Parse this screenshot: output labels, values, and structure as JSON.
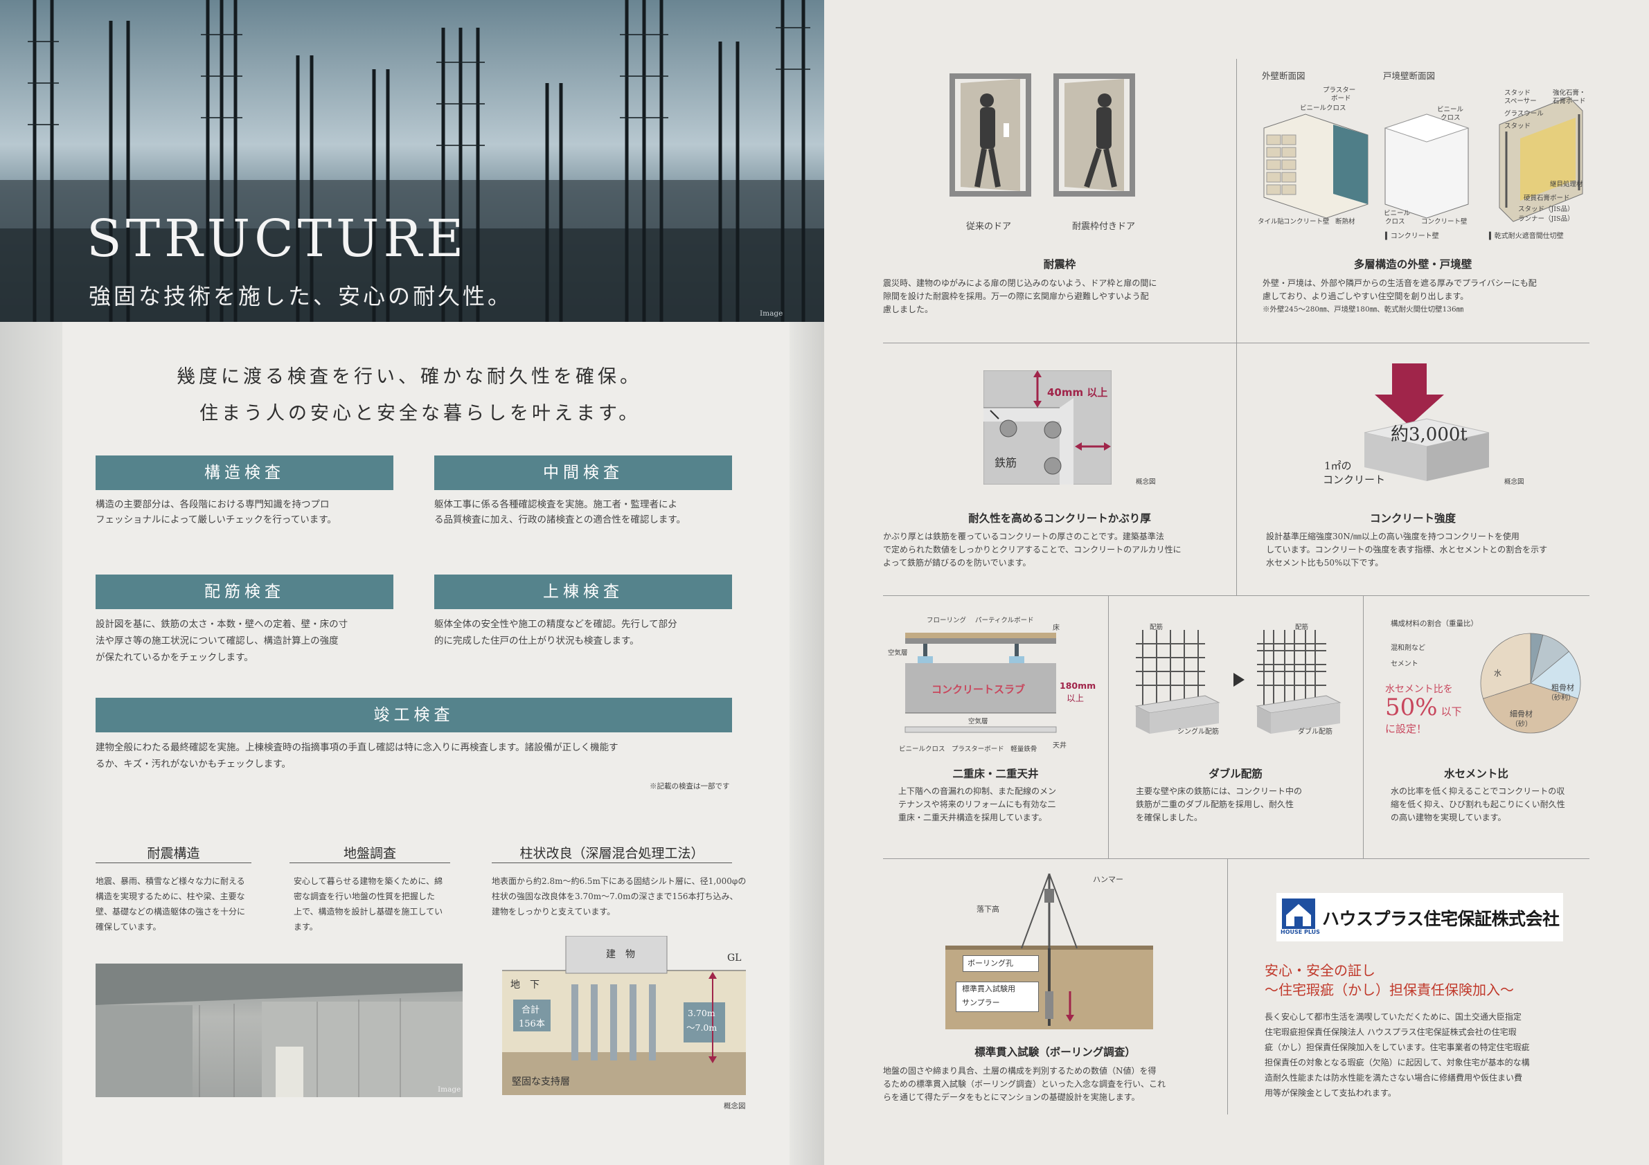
{
  "hero": {
    "title": "STRUCTURE",
    "subtitle": "強固な技術を施した、安心の耐久性。",
    "image_caption": "Image"
  },
  "intro": {
    "line1": "幾度に渡る検査を行い、確かな耐久性を確保。",
    "line2": "住まう人の安心と安全な暮らしを叶えます。"
  },
  "inspections": [
    {
      "title": "構造検査",
      "text1": "構造の主要部分は、各段階における専門知識を持つプロ",
      "text2": "フェッショナルによって厳しいチェックを行っています。"
    },
    {
      "title": "中間検査",
      "text1": "躯体工事に係る各種確認検査を実施。施工者・監理者によ",
      "text2": "る品質検査に加え、行政の諸検査との適合性を確認します。"
    },
    {
      "title": "配筋検査",
      "text1": "設計図を基に、鉄筋の太さ・本数・壁への定着、壁・床の寸",
      "text2": "法や厚さ等の施工状況について確認し、構造計算上の強度",
      "text3": "が保たれているかをチェックします。"
    },
    {
      "title": "上棟検査",
      "text1": "躯体全体の安全性や施工の精度などを確認。先行して部分",
      "text2": "的に完成した住戸の仕上がり状況も検査します。"
    },
    {
      "title": "竣工検査",
      "text1": "建物全般にわたる最終確認を実施。上棟検査時の指摘事項の手直し確認は特に念入りに再検査します。諸設備が正しく機能す",
      "text2": "るか、キズ・汚れがないかもチェックします。"
    }
  ],
  "note_inspection": "※記載の検査は一部です",
  "lower": [
    {
      "title": "耐震構造",
      "lines": [
        "地震、暴雨、積雪など様々な力に耐える",
        "構造を実現するために、柱や梁、主要な",
        "壁、基礎などの構造躯体の強さを十分に",
        "確保しています。"
      ]
    },
    {
      "title": "地盤調査",
      "lines": [
        "安心して暮らせる建物を築くために、綿",
        "密な調査を行い地盤の性質を把握した",
        "上で、構造物を設計し基礎を施工してい",
        "ます。"
      ]
    },
    {
      "title": "柱状改良（深層混合処理工法）",
      "lines": [
        "地表面から約2.8m〜約6.5m下にある固結シルト層に、径1,000φの",
        "柱状の強固な改良体を3.70m〜7.0mの深さまで156本打ち込み、",
        "建物をしっかりと支えています。"
      ]
    }
  ],
  "photo_caption": "Image",
  "pile_diagram": {
    "building": "建　物",
    "gl": "GL",
    "underground": "地　下",
    "total_label": "合計",
    "total_count": "156本",
    "depth1": "3.70m",
    "depth2": "〜7.0m",
    "bearing": "堅固な支持層",
    "note": "概念図"
  },
  "door": {
    "label1": "従来のドア",
    "label2": "耐震枠付きドア",
    "title": "耐震枠",
    "lines": [
      "震災時、建物のゆがみによる扉の閉じ込みのないよう、ドア枠と扉の間に",
      "隙間を設けた耐震枠を採用。万一の際に玄関扉から避難しやすいよう配",
      "慮しました。"
    ]
  },
  "wall": {
    "label1": "外壁断面図",
    "label2": "戸境壁断面図",
    "title": "多層構造の外壁・戸境壁",
    "lines": [
      "外壁・戸境は、外部や隣戸からの生活音を遮る厚みでプライバシーにも配",
      "慮しており、より過ごしやすい住空間を創り出します。",
      "※外壁245〜280㎜、戸境壁180㎜、乾式耐火間仕切壁136㎜"
    ],
    "tags": {
      "plaster": "プラスター",
      "board": "ボード",
      "vinyl": "ビニールクロス",
      "tile": "タイル貼",
      "concrete_wall": "コンクリート壁",
      "insulation": "断熱材",
      "vinyl2": "ビニール",
      "cloth": "クロス",
      "stud": "スタッド",
      "spacer": "スペーサー",
      "glasswool": "グラスウール",
      "stud2": "スタッド",
      "reinforced": "強化石膏・",
      "reinforced2": "石膏ボード",
      "ceiling": "継目処理材",
      "hard_board": "硬質石膏ボード",
      "stud_jis": "スタッド（JIS品）",
      "runner": "ランナー（JIS品）",
      "legend1": "コンクリート壁",
      "legend2": "乾式耐火遮音間仕切壁"
    }
  },
  "cover": {
    "dim": "40mm 以上",
    "rebar": "鉄筋",
    "note": "概念図",
    "title": "耐久性を高めるコンクリートかぶり厚",
    "lines": [
      "かぶり厚とは鉄筋を覆っているコンクリートの厚さのことです。建築基準法",
      "で定められた数値をしっかりとクリアすることで、コンクリートのアルカリ性に",
      "よって鉄筋が錆びるのを防いでいます。"
    ]
  },
  "strength": {
    "value": "約3,000t",
    "unit_label": "1㎡の",
    "unit_label2": "コンクリート",
    "note": "概念図",
    "title": "コンクリート強度",
    "lines": [
      "設計基準圧縮強度30N/㎜以上の高い強度を持つコンクリートを使用",
      "しています。コンクリートの強度を表す指標、水とセメントとの割合を示す",
      "水セメント比も50%以下です。"
    ]
  },
  "floor": {
    "flooring": "フローリング",
    "particle": "パーティクルボード",
    "floor": "床",
    "air": "空気層",
    "dim": "180mm",
    "dim2": "以上",
    "slab": "コンクリートスラブ",
    "air2": "空気層",
    "ceiling": "天井",
    "bottom": "ビニールクロス　プラスターボード　軽量鉄骨",
    "title": "二重床・二重天井",
    "lines": [
      "上下階への音漏れの抑制、また配線のメン",
      "テナンスや将来のリフォームにも有効な二",
      "重床・二重天井構造を採用しています。"
    ]
  },
  "rebar": {
    "tag1": "配筋",
    "tag2": "配筋",
    "single": "シングル配筋",
    "double": "ダブル配筋",
    "title": "ダブル配筋",
    "lines": [
      "主要な壁や床の鉄筋には、コンクリート中の",
      "鉄筋が二重のダブル配筋を採用し、耐久性",
      "を確保しました。"
    ]
  },
  "water": {
    "heading": "構成材料の割合（重量比）",
    "admix": "混和剤など",
    "cement": "セメント",
    "water": "水",
    "coarse": "粗骨材",
    "coarse2": "（砂利）",
    "fine": "細骨材",
    "fine2": "（砂）",
    "callout1": "水セメント比を",
    "callout_value": "50%",
    "callout_suffix": "以下",
    "callout2": "に設定！",
    "title": "水セメント比",
    "lines": [
      "水の比率を低く抑えることでコンクリートの収",
      "縮を低く抑え、ひび割れも起こりにくい耐久性",
      "の高い建物を実現しています。"
    ]
  },
  "boring": {
    "hammer": "ハンマー",
    "drop": "落下高",
    "hole": "ボーリング孔",
    "sampler1": "標準貫入試験用",
    "sampler2": "サンプラー",
    "title": "標準貫入試験（ボーリング調査）",
    "lines": [
      "地盤の固さや締まり具合、土層の構成を判別するための数値（N値）を得",
      "るための標準貫入試験（ボーリング調査）といった入念な調査を行い、これ",
      "らを通じて得たデータをもとにマンションの基礎設計を実施します。"
    ]
  },
  "warranty": {
    "company": "ハウスプラス住宅保証株式会社",
    "logo_sub": "HOUSE PLUS",
    "title1": "安心・安全の証し",
    "title2": "〜住宅瑕疵（かし）担保責任保険加入〜",
    "lines": [
      "長く安心して都市生活を満喫していただくために、国土交通大臣指定",
      "住宅瑕疵担保責任保険法人 ハウスプラス住宅保証株式会社の住宅瑕",
      "疵（かし）担保責任保険加入をしています。住宅事業者の特定住宅瑕疵",
      "担保責任の対象となる瑕疵（欠陥）に起因して、対象住宅が基本的な構",
      "造耐久性能または防水性能を満たさない場合に修繕費用や仮住まい費",
      "用等が保険金として支払われます。"
    ]
  },
  "colors": {
    "teal": "#55838c",
    "crimson": "#a0254a",
    "pink": "#c8475d"
  }
}
